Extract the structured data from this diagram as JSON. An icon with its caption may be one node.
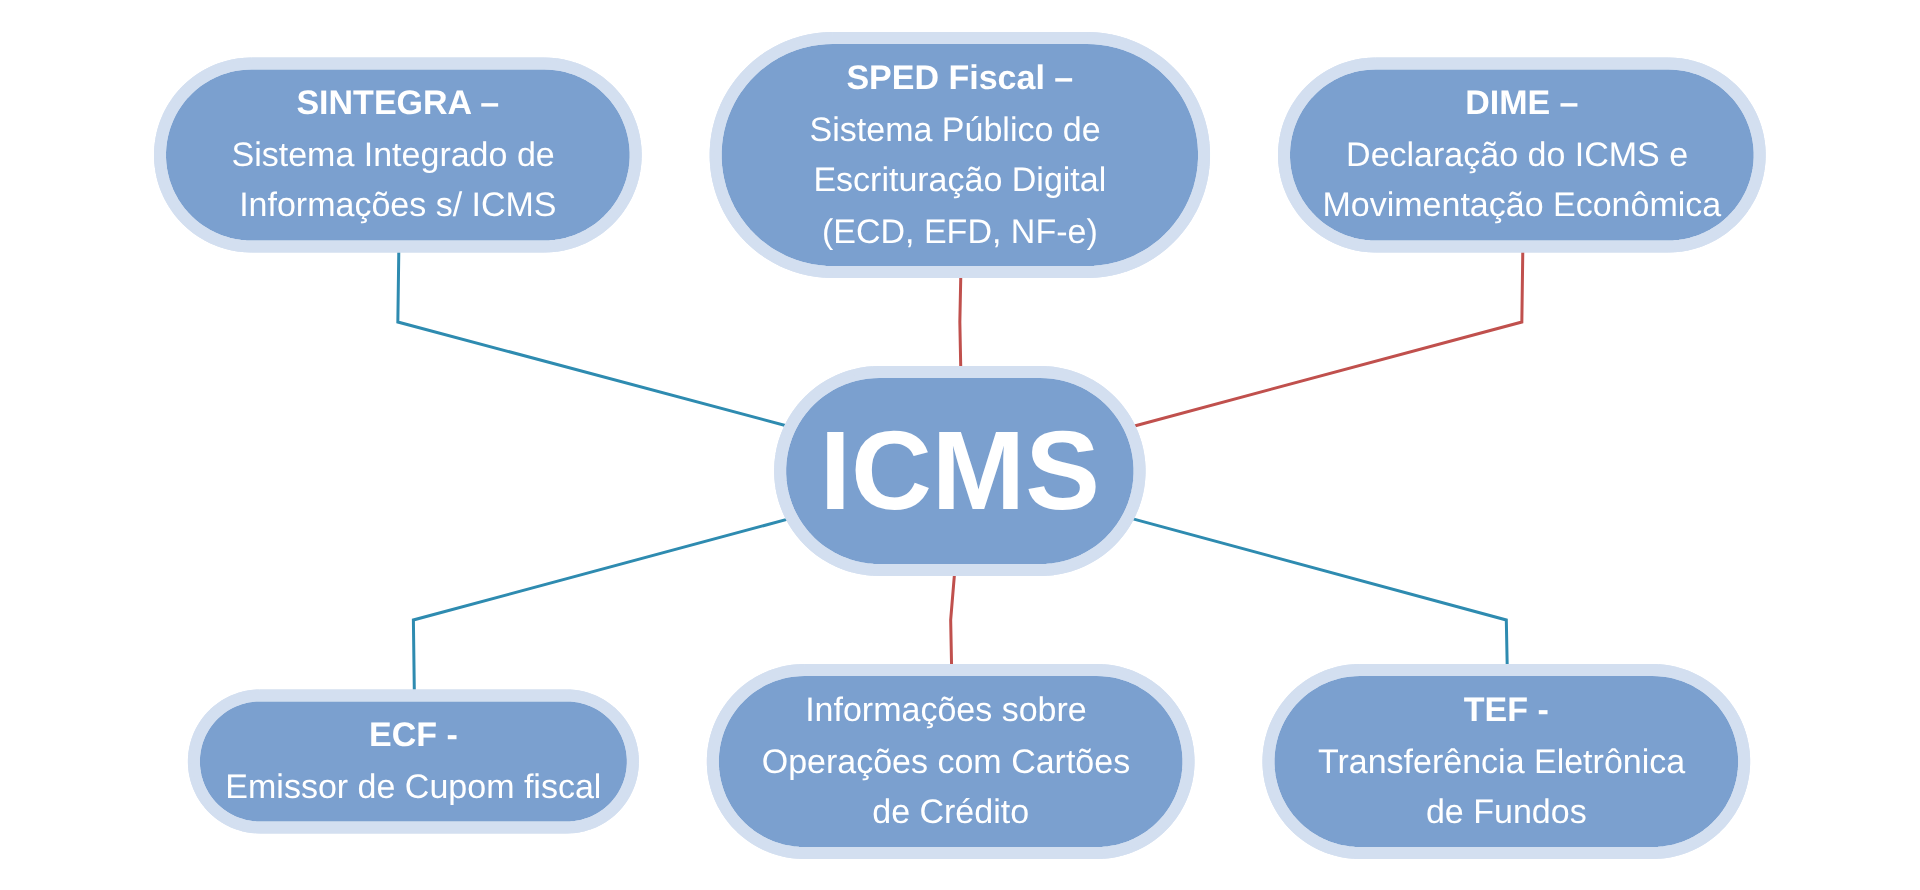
{
  "diagram": {
    "nodes": [
      {
        "text": [
          "SPED Fiscal –",
          "Sistema Público de Escrituração Digital",
          "(ECD, EFD, NF-e)"
        ]
      },
      {
        "text": [
          "SINTEGRA –",
          "Sistema Integrado de Informações s/ ICMS"
        ]
      },
      {
        "text": [
          "DIME –",
          "Declaração do ICMS e Movimentação Econômica"
        ]
      },
      {
        "text": [
          "ICMS"
        ]
      },
      {
        "text": [
          "ECF -",
          "Emissor de Cupom fiscal"
        ]
      },
      {
        "text": [
          "TEF -",
          "Transferência Eletrônica de Fundos"
        ]
      },
      {
        "text": [
          "Informações sobre Operações com Cartões de Crédito"
        ]
      }
    ],
    "edges": [
      {
        "from": 1,
        "to": 3,
        "arrow": "none",
        "color": "#2e8bb0"
      },
      {
        "from": 0,
        "to": 3,
        "arrow": "none",
        "color": "#c0504d"
      },
      {
        "from": 2,
        "to": 3,
        "arrow": "none",
        "color": "#c0504d"
      },
      {
        "from": 3,
        "to": 4,
        "arrow": "none",
        "color": "#2e8bb0"
      },
      {
        "from": 3,
        "to": 6,
        "arrow": "none",
        "color": "#c0504d"
      },
      {
        "from": 3,
        "to": 5,
        "arrow": "none",
        "color": "#2e8bb0"
      }
    ]
  }
}
